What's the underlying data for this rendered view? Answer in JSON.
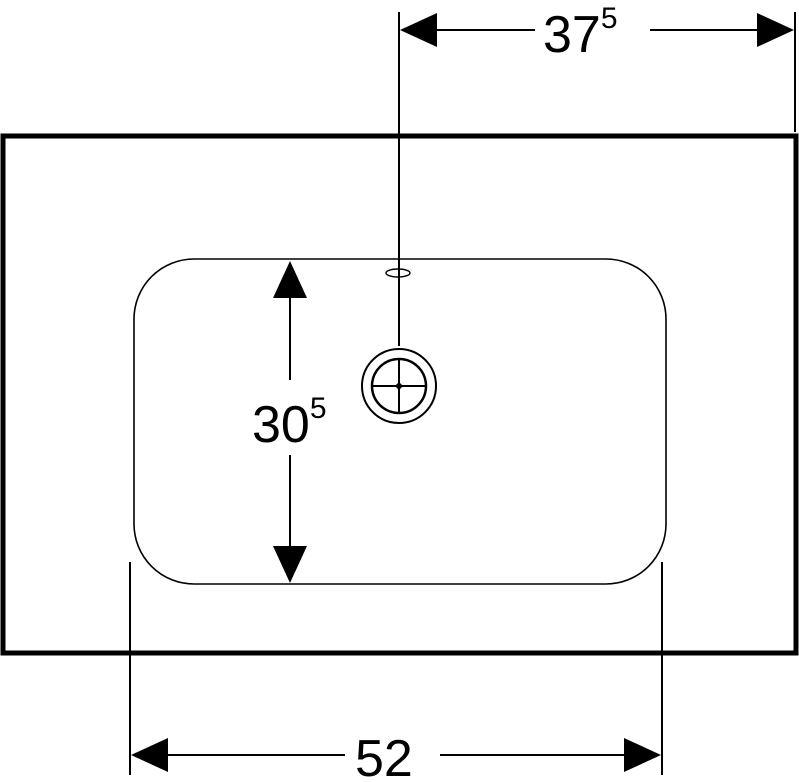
{
  "dimensions": {
    "top": {
      "base": "37",
      "sup": "5"
    },
    "height": {
      "base": "30",
      "sup": "5"
    },
    "bottom": {
      "base": "52",
      "sup": ""
    }
  },
  "colors": {
    "line": "#000000",
    "background": "#ffffff"
  }
}
